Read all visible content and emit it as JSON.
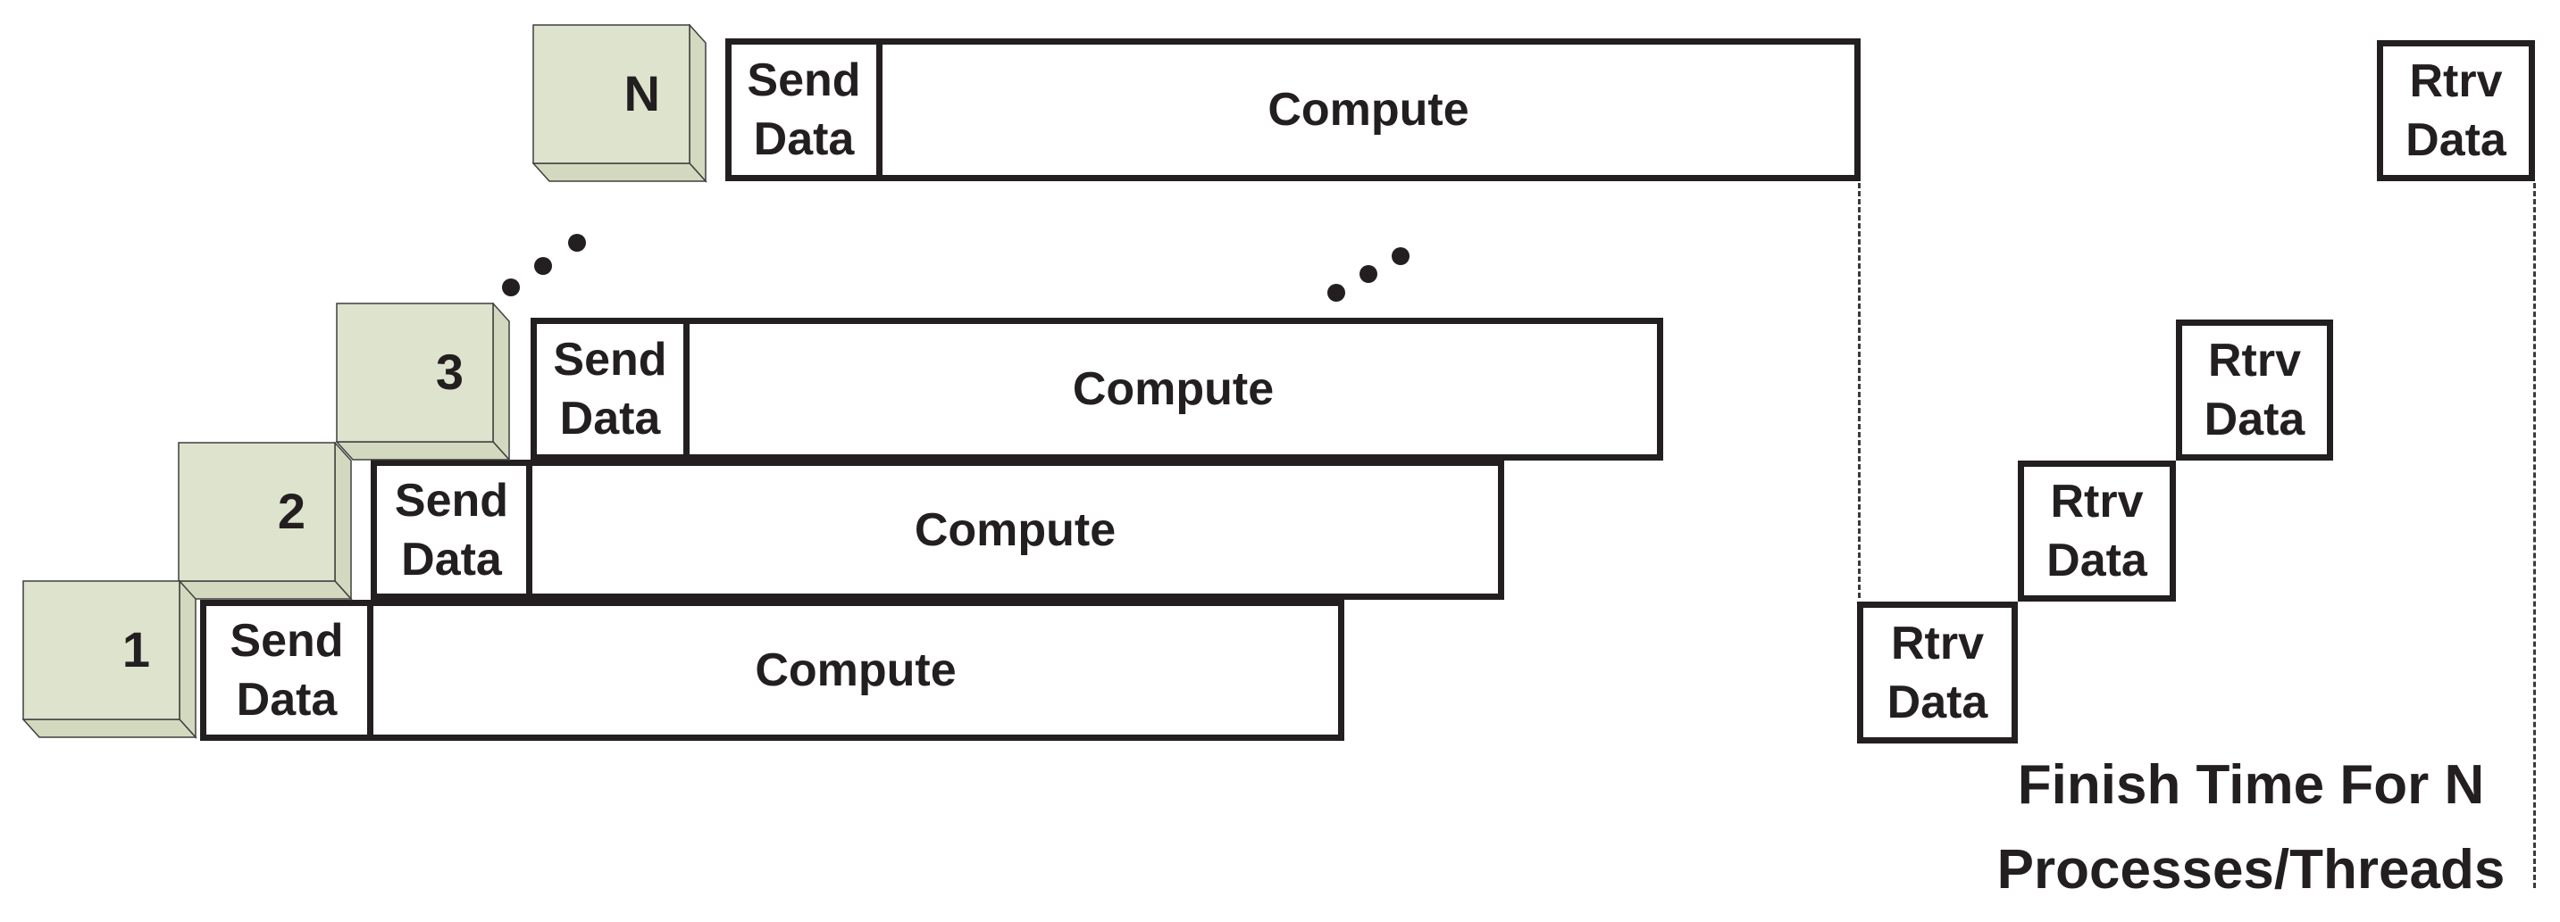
{
  "diagram": {
    "rows": [
      {
        "id": "1",
        "send": "Send Data",
        "compute": "Compute",
        "rtrv": "Rtrv Data"
      },
      {
        "id": "2",
        "send": "Send Data",
        "compute": "Compute",
        "rtrv": "Rtrv Data"
      },
      {
        "id": "3",
        "send": "Send Data",
        "compute": "Compute",
        "rtrv": "Rtrv Data"
      },
      {
        "id": "N",
        "send": "Send Data",
        "compute": "Compute",
        "rtrv": "Rtrv Data"
      }
    ],
    "annotation": {
      "line1": "Finish Time For N",
      "line2": "Processes/Threads"
    },
    "colors": {
      "ink": "#231f20",
      "cube_face": "#dde3cd",
      "cube_side": "#d2d9bf",
      "cube_edge": "#3f3f3f",
      "dash": "#3a3a3a",
      "background": "#ffffff"
    }
  }
}
